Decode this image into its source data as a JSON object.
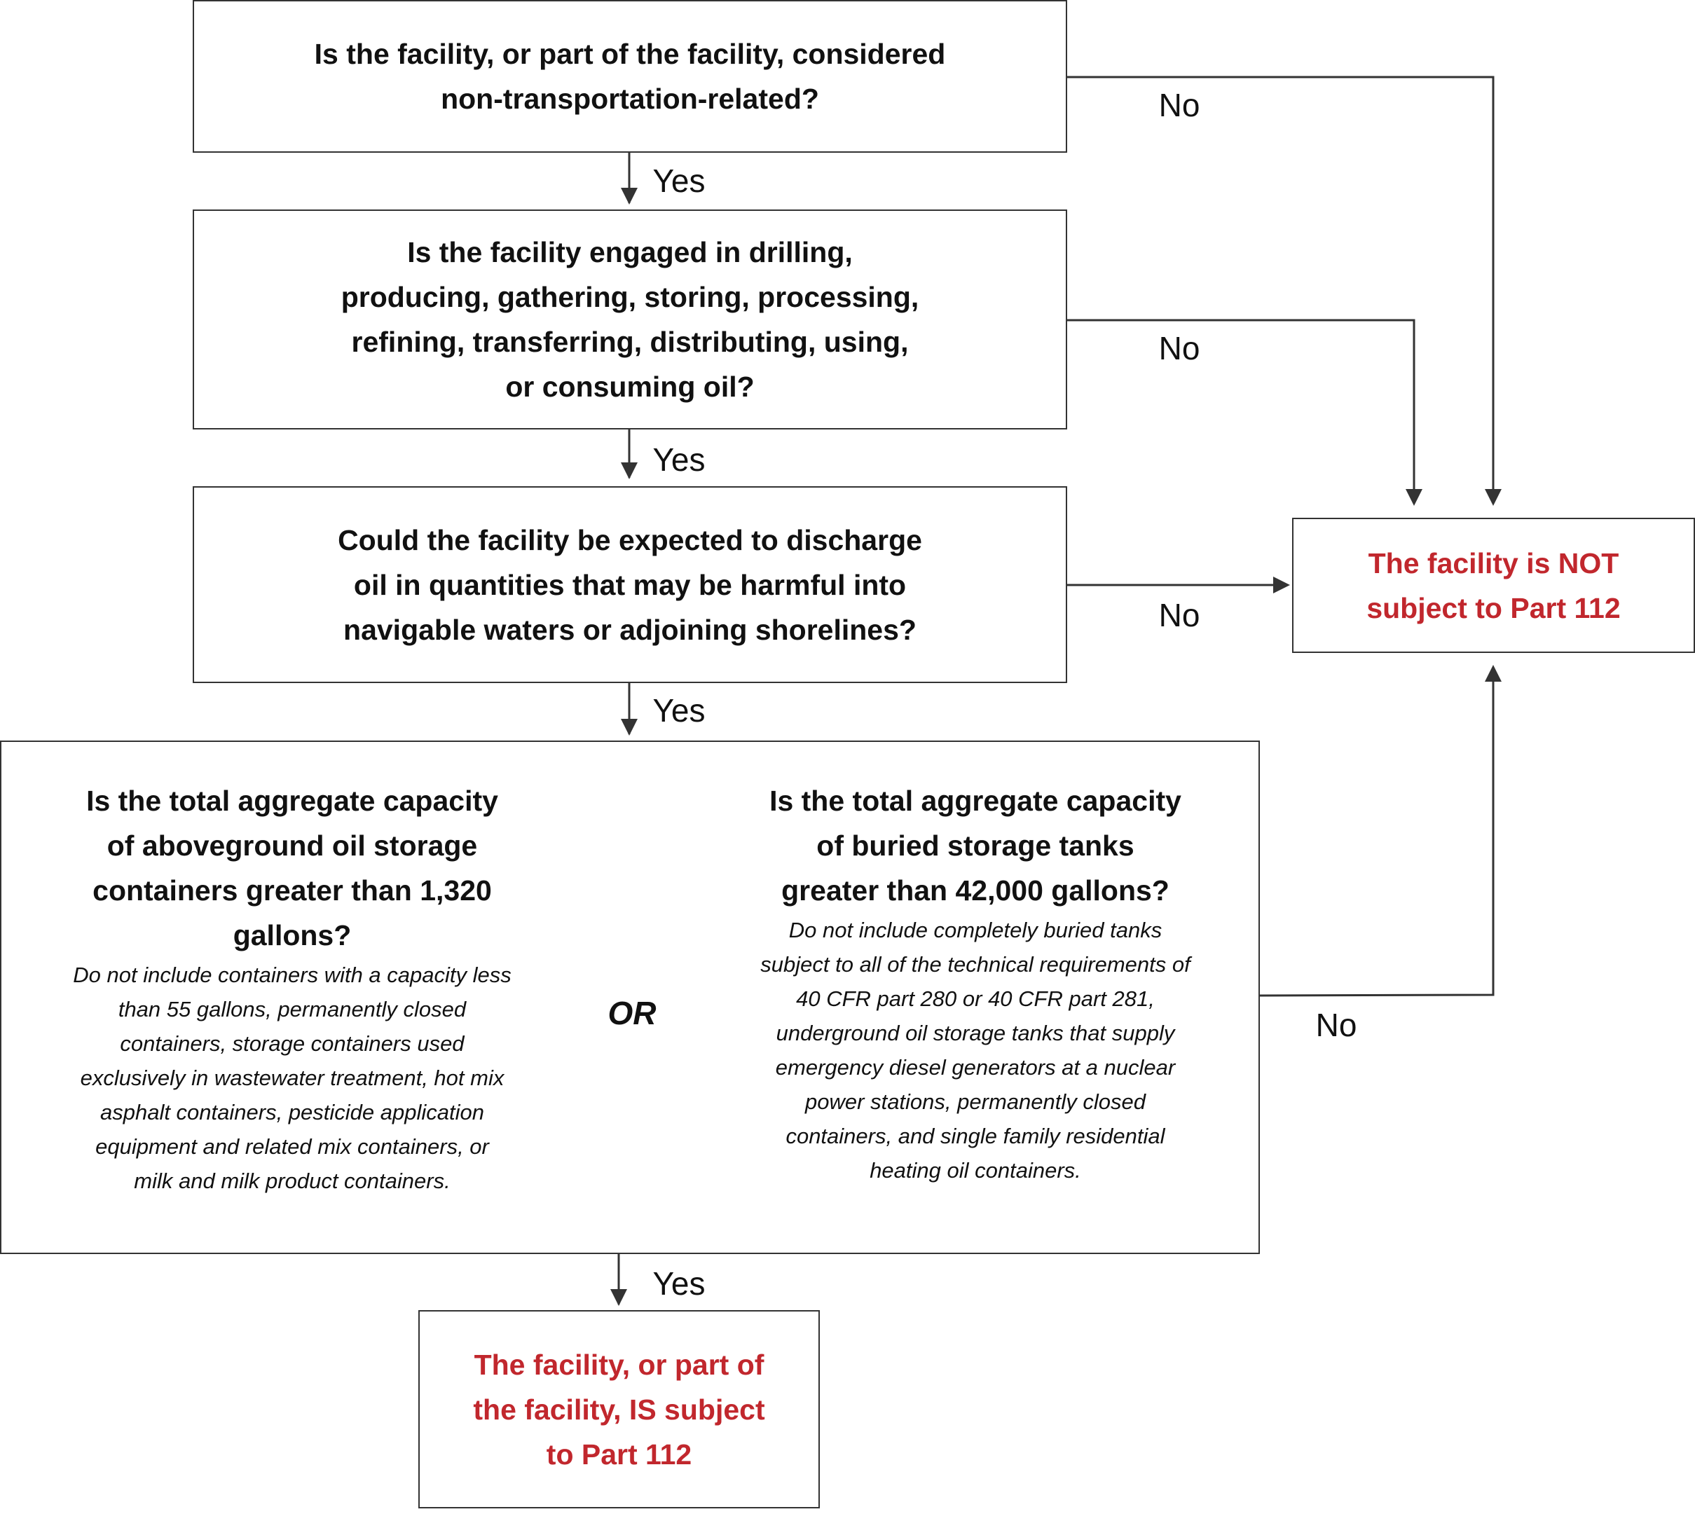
{
  "q1": [
    "Is the facility, or part of the facility, considered",
    "non-transportation-related?"
  ],
  "q2": [
    "Is the facility engaged in drilling,",
    "producing, gathering, storing, processing,",
    "refining, transferring, distributing, using,",
    "or consuming oil?"
  ],
  "q3": [
    "Could the facility be expected to discharge",
    "oil in quantities that may be harmful into",
    "navigable waters or adjoining shorelines?"
  ],
  "q4a": {
    "title": [
      "Is the total aggregate capacity",
      "of aboveground oil storage",
      "containers greater than 1,320",
      "gallons?"
    ],
    "note": [
      "Do not include containers with a capacity less",
      "than 55 gallons, permanently closed",
      "containers, storage containers used",
      "exclusively in wastewater treatment, hot mix",
      "asphalt containers, pesticide application",
      "equipment and related mix containers, or",
      "milk and milk product containers."
    ]
  },
  "or": "OR",
  "q4b": {
    "title": [
      "Is the total aggregate capacity",
      "of buried storage tanks",
      "greater than 42,000 gallons?"
    ],
    "note": [
      "Do not include completely buried tanks",
      "subject to all of the technical requirements of",
      "40 CFR part 280 or 40 CFR part 281,",
      "underground oil storage tanks that supply",
      "emergency diesel generators at a nuclear",
      "power stations, permanently closed",
      "containers, and single family residential",
      "heating oil containers."
    ]
  },
  "not_subject": [
    "The facility is NOT",
    "subject to Part 112"
  ],
  "is_subject": [
    "The facility, or part of",
    "the facility, IS subject",
    "to Part 112"
  ],
  "labels": {
    "yes": "Yes",
    "no": "No"
  },
  "colors": {
    "result": "#c1272d",
    "line": "#333333"
  }
}
